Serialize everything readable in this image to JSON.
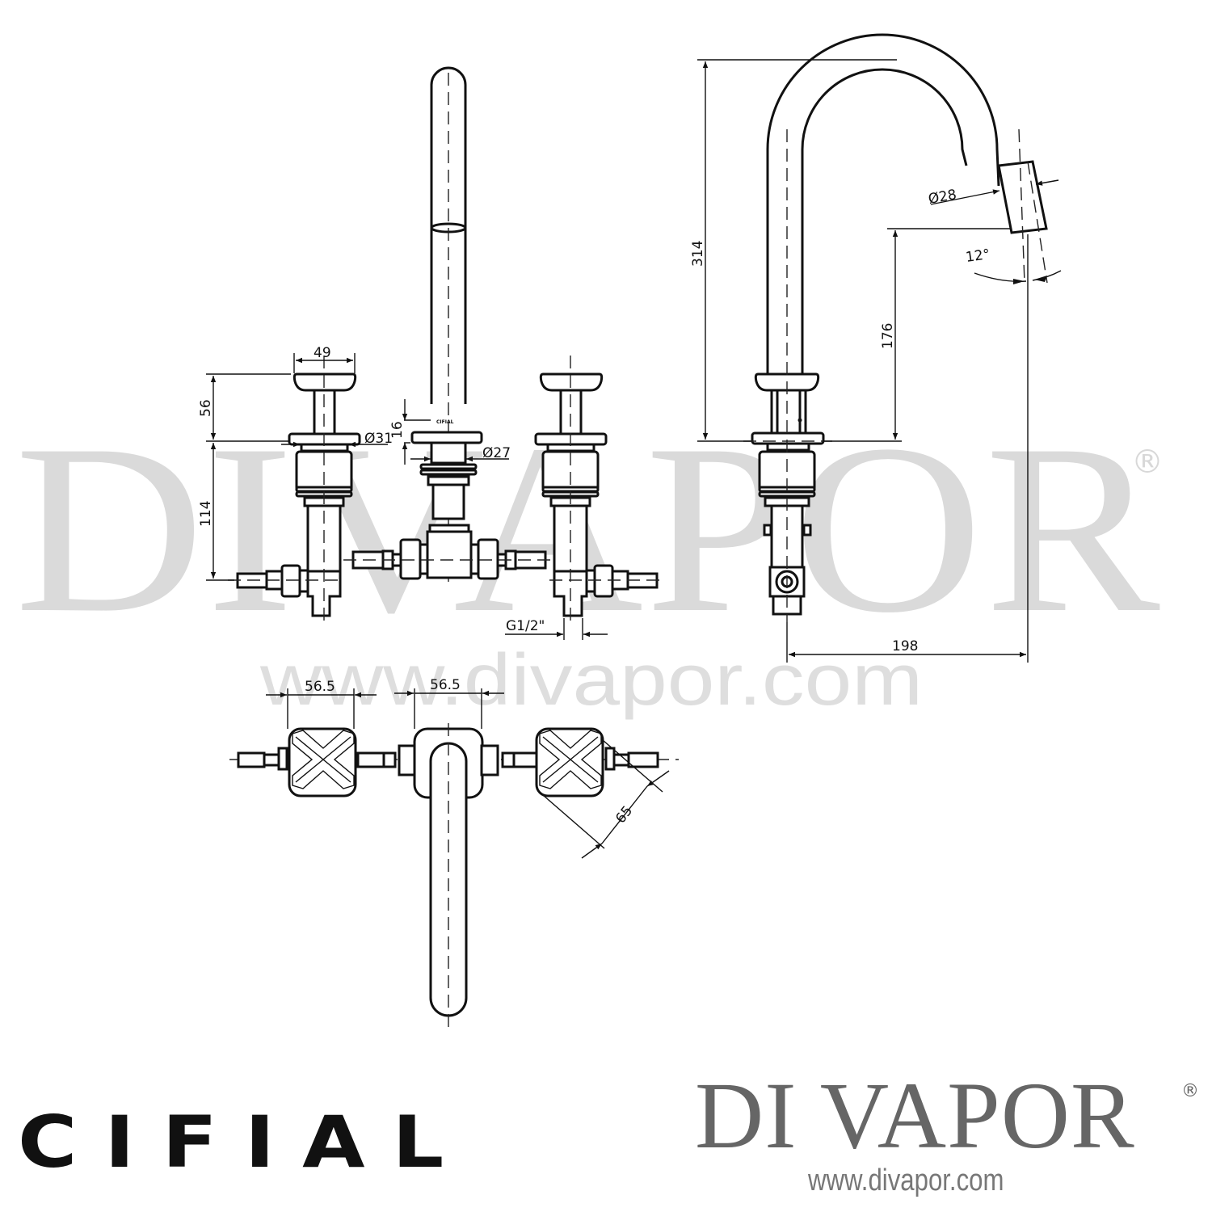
{
  "watermark": {
    "brand": "DIVAPOR",
    "registered": "®",
    "url": "www.divapor.com"
  },
  "drawing": {
    "front_view": {
      "handle_width": "49",
      "handle_height": "56",
      "body_height": "114",
      "handle_flange_diameter": "Ø31",
      "spout_base_height": "16",
      "spout_stem_diameter": "Ø27",
      "connection_thread": "G1/2\"",
      "spout_marking": "CIFIAL"
    },
    "side_view": {
      "total_height": "314",
      "outlet_height": "176",
      "outlet_diameter": "Ø28",
      "outlet_angle": "12°",
      "reach": "198"
    },
    "plan_view": {
      "spacing_left": "56.5",
      "spacing_right": "56.5",
      "handle_diagonal": "65"
    }
  },
  "footer": {
    "manufacturer_logo": "CIFIAL",
    "retailer_logo": "DI VAPOR",
    "retailer_registered": "®",
    "retailer_url": "www.divapor.com"
  }
}
